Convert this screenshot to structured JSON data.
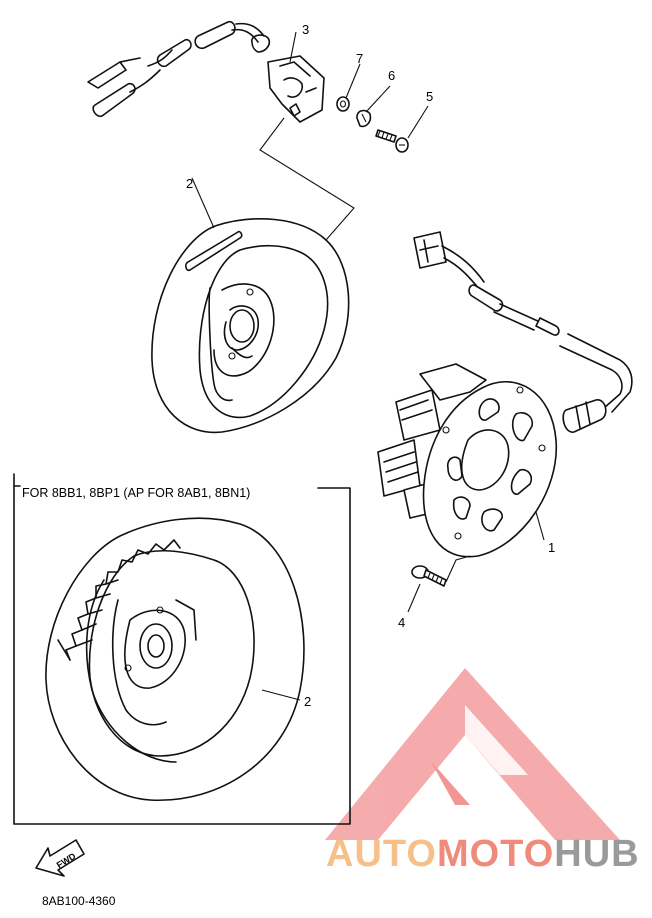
{
  "callouts": {
    "c1": "1",
    "c2_top": "2",
    "c2_bottom": "2",
    "c3": "3",
    "c4": "4",
    "c5": "5",
    "c6": "6",
    "c7": "7"
  },
  "variant_note": "FOR 8BB1, 8BP1 (AP FOR 8AB1, 8BN1)",
  "fwd_label": "FWD",
  "diagram_code": "8AB100-4360",
  "watermark": {
    "part_a": "AUTO",
    "part_b": "MOTO",
    "part_c": "HUB",
    "color_a": "#f7c08a",
    "color_b": "#f08a7a",
    "color_c": "#9a9a9a"
  }
}
